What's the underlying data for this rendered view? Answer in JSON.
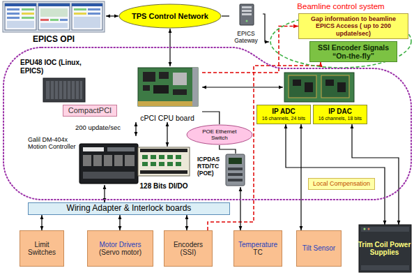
{
  "diagram": {
    "nodes": [
      {
        "text": [
          "EPICS OPI"
        ]
      },
      {
        "text": [
          "TPS Control Network"
        ]
      },
      {
        "text": [
          "EPICS Gateway"
        ]
      },
      {
        "text": [
          "Beamline control system"
        ]
      },
      {
        "text": [
          "Gap information to beamline EPICS Access ( up to 200 update/sec)"
        ],
        "in": 3
      },
      {
        "text": [
          "SSI Encoder Signals “On-the-fly”"
        ],
        "in": 3
      },
      {
        "text": [
          "EPU48 IOC (Linux, EPICS)"
        ]
      },
      {
        "text": [
          "CompactPCI"
        ],
        "in": 6
      },
      {
        "text": [
          "cPCI CPU board"
        ],
        "in": 6
      },
      {
        "text": [
          "Galil DM-404x Motion Controller"
        ],
        "in": 6
      },
      {
        "text": [
          "POE Ethernet Switch"
        ],
        "in": 6
      },
      {
        "text": [
          "128 Bits DI/DO"
        ],
        "in": 6
      },
      {
        "text": [
          "ICPDAS RTD/TC (POE)"
        ],
        "in": 6
      },
      {
        "text": [
          "IP ADC",
          "16 channels, 24 bits"
        ],
        "in": 6
      },
      {
        "text": [
          "IP DAC",
          "16 channels, 18 bits"
        ],
        "in": 6
      },
      {
        "text": [
          "Local Compensation"
        ],
        "in": 6
      },
      {
        "text": [
          "Wiring Adapter & Interlock boards"
        ]
      },
      {
        "text": [
          "Limit Switches"
        ]
      },
      {
        "text": [
          "Motor Drivers",
          "(Servo motor)"
        ]
      },
      {
        "text": [
          "Encoders",
          "(SSI)"
        ]
      },
      {
        "text": [
          "Temperature",
          "TC"
        ]
      },
      {
        "text": [
          "Tilt Sensor"
        ]
      },
      {
        "text": [
          "Trim Coil Power Supplies"
        ]
      }
    ],
    "edges": [
      {
        "from": 0,
        "to": 1,
        "arrow": "both"
      },
      {
        "from": 1,
        "to": 8,
        "arrow": "both"
      },
      {
        "from": 1,
        "to": 2,
        "arrow": "none"
      },
      {
        "from": 2,
        "to": 3,
        "arrow": "to"
      },
      {
        "from": 8,
        "to": 4,
        "arrow": "to"
      },
      {
        "from": 8,
        "to": 9,
        "arrow": "both"
      },
      {
        "from": 8,
        "to": 11,
        "arrow": "both"
      },
      {
        "from": 8,
        "to": 10,
        "arrow": "none"
      },
      {
        "from": 10,
        "to": 12,
        "arrow": "none"
      },
      {
        "from": 9,
        "to": 16,
        "arrow": "both"
      },
      {
        "from": 16,
        "to": 17,
        "arrow": "both"
      },
      {
        "from": 16,
        "to": 18,
        "arrow": "both"
      },
      {
        "from": 16,
        "to": 19,
        "arrow": "both"
      },
      {
        "from": 19,
        "to": 5,
        "arrow": "to"
      },
      {
        "from": 12,
        "to": 20,
        "arrow": "both"
      },
      {
        "from": 13,
        "to": 21,
        "arrow": "both"
      },
      {
        "from": 13,
        "to": 22,
        "arrow": "both"
      },
      {
        "from": 14,
        "to": 22,
        "arrow": "both"
      }
    ],
    "labels": [
      "200 update/sec"
    ]
  }
}
